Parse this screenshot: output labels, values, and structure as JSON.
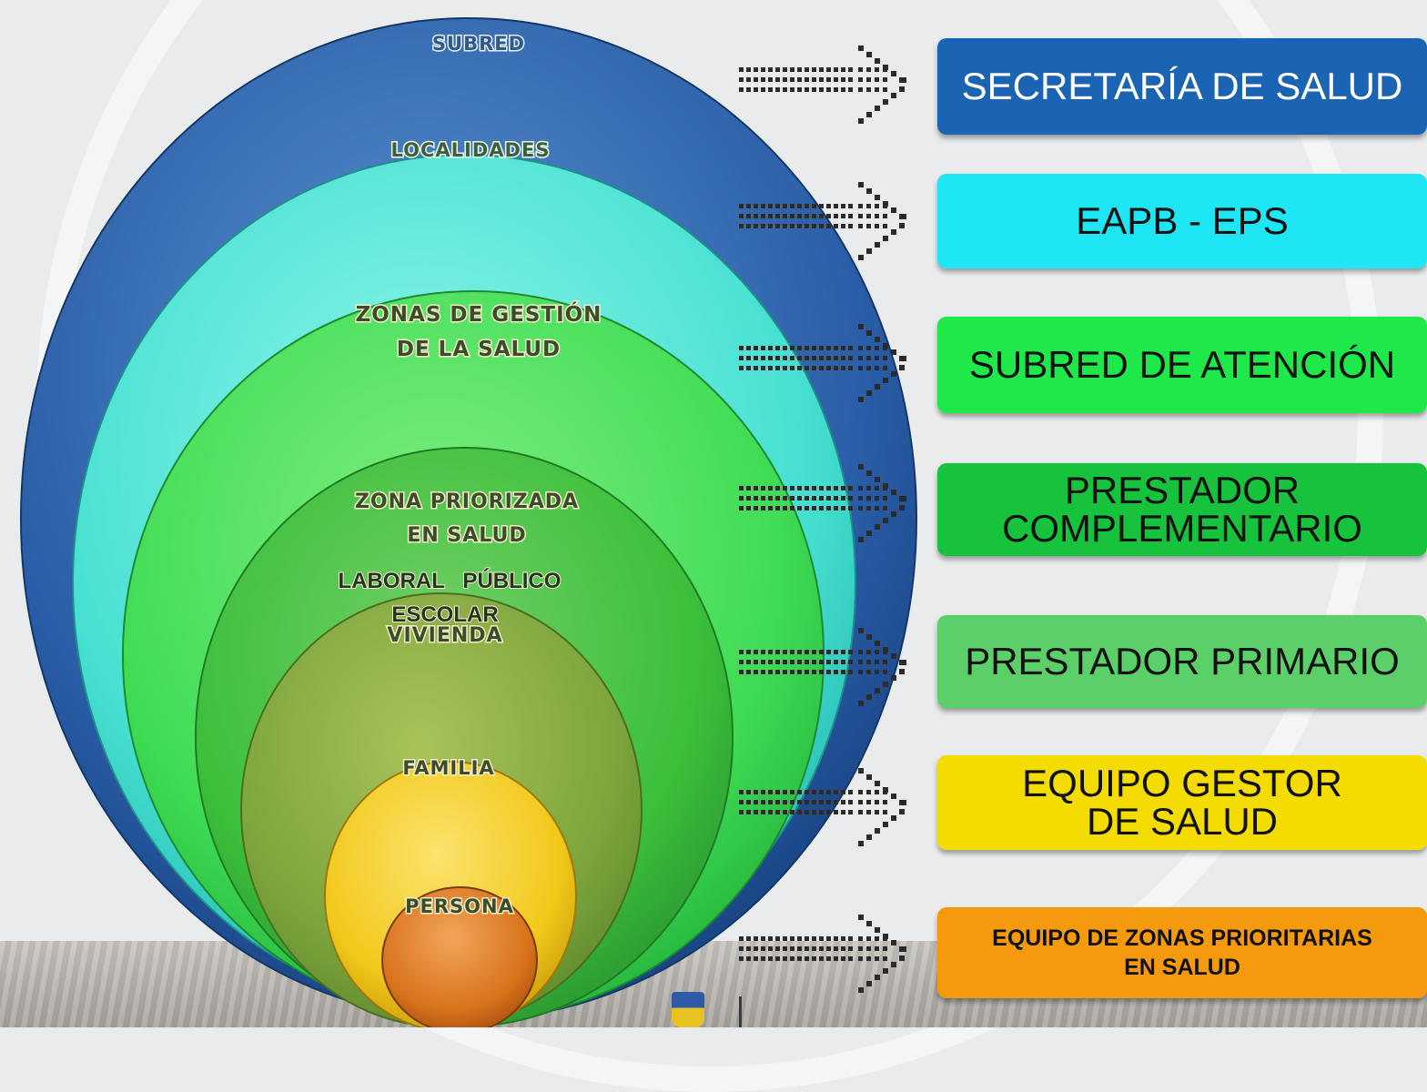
{
  "colors": {
    "subred_ring": "#2a5ea8",
    "localidades_ring": "#46e0d2",
    "zonas_ring": "#3fdc55",
    "zona_priorizada_ring": "#3bbf3a",
    "vivienda_ring": "#7da43c",
    "familia_ring": "#f2c81a",
    "persona_ring": "#d9731c"
  },
  "rings": [
    {
      "id": "subred",
      "lines": [
        "SUBRED"
      ]
    },
    {
      "id": "localidades",
      "lines": [
        "LOCALIDADES"
      ]
    },
    {
      "id": "zonas",
      "lines": [
        "ZONAS DE GESTIÓN",
        "DE LA SALUD"
      ]
    },
    {
      "id": "zona_priorizada",
      "lines": [
        "ZONA PRIORIZADA",
        "EN SALUD"
      ]
    },
    {
      "id": "entornos",
      "lines": [
        "LABORAL   PÚBLICO",
        "ESCOLAR"
      ]
    },
    {
      "id": "vivienda",
      "lines": [
        "VIVIENDA"
      ]
    },
    {
      "id": "familia",
      "lines": [
        "FAMILIA"
      ]
    },
    {
      "id": "persona",
      "lines": [
        "PERSONA"
      ]
    }
  ],
  "actors": [
    {
      "id": "secretaria",
      "label": "SECRETARÍA DE SALUD",
      "color": "#1b64b4",
      "text_color": "#ffffff"
    },
    {
      "id": "eapb",
      "label": "EAPB - EPS",
      "color": "#1ee6f5",
      "text_color": "#111111"
    },
    {
      "id": "subred_atencion",
      "label": "SUBRED DE ATENCIÓN",
      "color": "#1ee84a",
      "text_color": "#111111"
    },
    {
      "id": "complementario",
      "label": "PRESTADOR\nCOMPLEMENTARIO",
      "color": "#17c33c",
      "text_color": "#111111"
    },
    {
      "id": "primario",
      "label": "PRESTADOR PRIMARIO",
      "color": "#5cd068",
      "text_color": "#111111"
    },
    {
      "id": "equipo_gestor",
      "label": "EQUIPO GESTOR\nDE  SALUD",
      "color": "#f5dc00",
      "text_color": "#111111"
    },
    {
      "id": "equipo_zonas",
      "label": "EQUIPO DE ZONAS PRIORITARIAS\nEN SALUD",
      "color": "#f59a0c",
      "text_color": "#111111"
    }
  ]
}
